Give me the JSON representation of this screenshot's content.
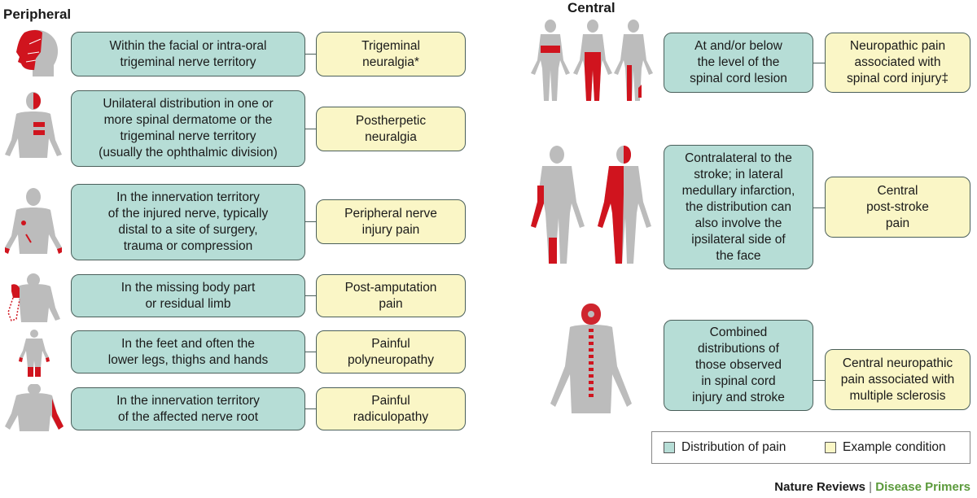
{
  "headings": {
    "peripheral": "Peripheral",
    "central": "Central"
  },
  "peripheral": [
    {
      "distribution": "Within the facial or intra-oral\ntrigeminal nerve territory",
      "condition": "Trigeminal\nneuralgia*",
      "figure": "head-profile-figure"
    },
    {
      "distribution": "Unilateral distribution in one or\nmore spinal dermatome or the\ntrigeminal nerve territory\n(usually the ophthalmic division)",
      "condition": "Postherpetic\nneuralgia",
      "figure": "upper-body-figure"
    },
    {
      "distribution": "In the innervation territory\nof the injured nerve, typically\ndistal to a site of surgery,\ntrauma or compression",
      "condition": "Peripheral nerve\ninjury pain",
      "figure": "upper-body-figure"
    },
    {
      "distribution": "In the missing body part\nor residual limb",
      "condition": "Post-amputation\npain",
      "figure": "amputee-torso-figure"
    },
    {
      "distribution": "In the feet and often the\nlower legs, thighs and hands",
      "condition": "Painful\npolyneuropathy",
      "figure": "full-body-figure"
    },
    {
      "distribution": "In the innervation territory\nof the affected nerve root",
      "condition": "Painful\nradiculopathy",
      "figure": "back-torso-figure"
    }
  ],
  "central": [
    {
      "distribution": "At and/or below\nthe level of the\nspinal cord lesion",
      "condition": "Neuropathic pain\nassociated with\nspinal cord injury‡",
      "figure": "three-bodies-figure"
    },
    {
      "distribution": "Contralateral to the\nstroke; in lateral\nmedullary infarction,\nthe distribution can\nalso involve the\nipsilateral side of\nthe face",
      "condition": "Central\npost-stroke\npain",
      "figure": "two-bodies-figure"
    },
    {
      "distribution": "Combined\ndistributions of\nthose observed\nin spinal cord\ninjury and stroke",
      "condition": "Central neuropathic\npain associated with\nmultiple sclerosis",
      "figure": "spine-back-figure"
    }
  ],
  "legend": {
    "distribution": "Distribution of pain",
    "condition": "Example condition"
  },
  "footer": {
    "journal": "Nature Reviews",
    "separator": "|",
    "series": "Disease Primers"
  },
  "colors": {
    "distribution_fill": "#b6ddd6",
    "condition_fill": "#faf6c6",
    "pain_red": "#d0141e",
    "body_grey": "#bcbcbc",
    "footer_green": "#5b9a3b"
  }
}
